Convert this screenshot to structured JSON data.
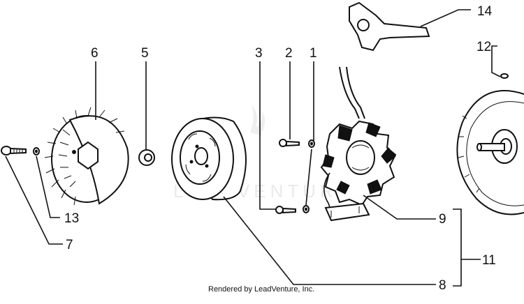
{
  "callouts": {
    "c1": "1",
    "c2": "2",
    "c3": "3",
    "c5": "5",
    "c6": "6",
    "c7": "7",
    "c8": "8",
    "c9": "9",
    "c11": "11",
    "c12": "12",
    "c13": "13",
    "c14": "14"
  },
  "watermark": "LEADVENTURE",
  "credit": "Rendered by LeadVenture, Inc."
}
